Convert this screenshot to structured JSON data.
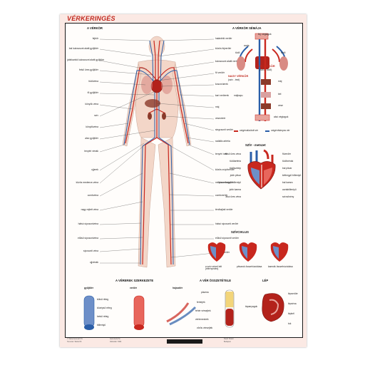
{
  "title": "VÉRKERINGÉS",
  "sections": {
    "body": "A VÉRKÖR",
    "scheme": "A VÉRKÖR SÉMÁJA",
    "heart": "SZÍV - metszet",
    "cycle": "SZÍVCIKLUS",
    "vessels": "A VÉREREK SZERKEZETE",
    "blood": "A VÉR ÖSSZETÉTELE",
    "spleen": "LÉP"
  },
  "body_labels_left": [
    "fejbőr",
    "bal kulcscsont alatti gyűjtőér",
    "jobbkarból kulcscsont alatti gyűjtőér",
    "felső üres gyűjtőér",
    "tüdővéna",
    "fő gyűjtőér",
    "könyök véna",
    "szív",
    "könyökvéna",
    "alsó gyűjtőér",
    "tenyéri vénák",
    "ujjerek",
    "közös medence-véna",
    "combvéna",
    "nagy rejtett véna",
    "hátsó sípcsontvéna",
    "elülső sípcsontvéna",
    "sípcsonti véna",
    "ujjvénák"
  ],
  "body_labels_right": [
    "halántéki verőér",
    "közös fejverőér",
    "kulcscsont alatti verőér",
    "fő verőér",
    "koszorúerek",
    "kari verőerek",
    "máj",
    "vesevérér",
    "singcsonti verőér",
    "radiális artéria",
    "tenyéri ívek",
    "közös csípőverőér",
    "mély combverőér",
    "combverőér",
    "térdhajlati verőér",
    "hátsó sípcsonti verőér",
    "elülső sípcsonti verőér",
    "lábháti verőér"
  ],
  "scheme_labels": {
    "head_limbs": "fej, végtagok",
    "aorta": "aorta",
    "lung_l": "tüdő",
    "lung_r": "tüdő",
    "small_circ": "KIS VÉRKÖR",
    "small_circ_sub": "(szív - tüdő)",
    "big_circ": "NAGY VÉRKÖR",
    "big_circ_sub": "(szív - test)",
    "liver": "máj",
    "intestine": "bél",
    "kidney": "vese",
    "lower_limbs": "alsó végtagok",
    "portal": "májkapu",
    "legend_oxy": "oxigéndúsított vér",
    "legend_deoxy": "oxigénhiányos vér"
  },
  "heart_labels_left": [
    "felső üres véna",
    "tüdőartéria",
    "tüdőszelep",
    "jobb pitvar",
    "háromhegyű billentyű",
    "jobb kamra",
    "alsó üres véna"
  ],
  "heart_labels_right": [
    "főverőér",
    "tüdővénák",
    "bal pitvar",
    "kéthegyű billentyű",
    "bal kamra",
    "aortabillentyű",
    "szívsövény"
  ],
  "cycle_captions": [
    "a szív vérrel telt (elernyedés)",
    "pitvarok összehúzódása",
    "kamrák összehúzódása"
  ],
  "vessels_labels": {
    "artery": "verőér",
    "vein": "gyűjtőér",
    "capillary": "hajszálér",
    "inner": "belső réteg",
    "middle": "középső réteg",
    "outer": "külső réteg",
    "valve": "billentyű"
  },
  "blood_labels": {
    "plasma": "plazma",
    "red": "vörös vérsejtek",
    "white": "fehér vérsejtek",
    "platelet": "vérlemezkék",
    "proteins": "fehérjék",
    "nutrients": "tápanyagok"
  },
  "spleen_labels": {
    "artery": "lépverőér",
    "vein": "lépvéna",
    "capsule": "tok",
    "pulp": "lépbél"
  },
  "footer_text": [
    "© Stiefel Eurocart Kft.",
    "Tervezés: Stiefel Kft.",
    "www.stiefel.hu",
    "Cikkszám: 5404",
    "Kiadó: Stiefel",
    "Budapest"
  ],
  "colors": {
    "artery": "#c8271e",
    "vein": "#2a5ea8",
    "poster_bg": "#fbe9e4",
    "title": "#c0281e"
  }
}
